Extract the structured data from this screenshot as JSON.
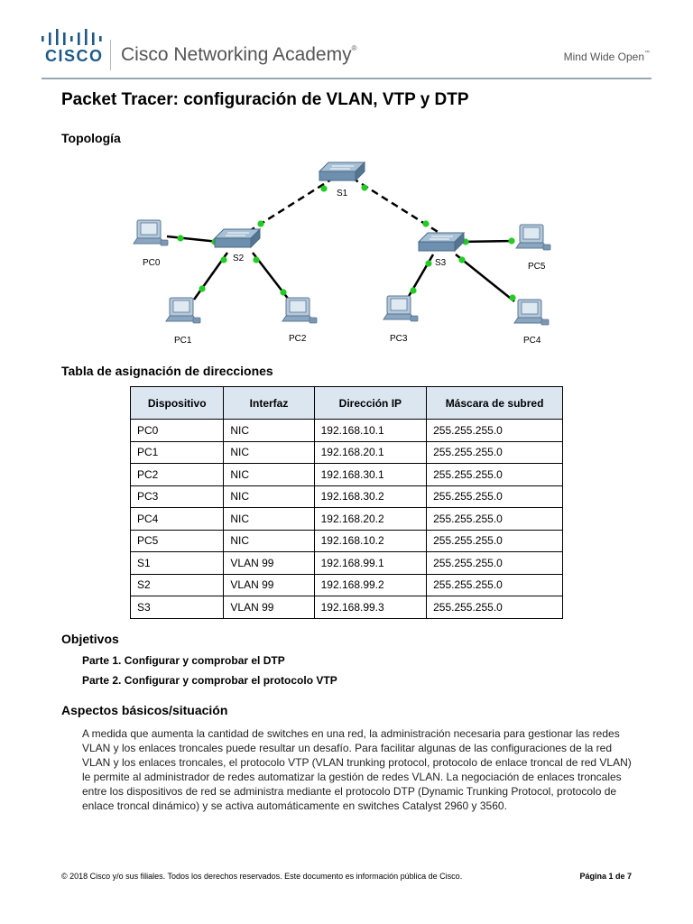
{
  "header": {
    "logo_word": "CISCO",
    "academy": "Cisco Networking Academy",
    "registered": "®",
    "tagline": "Mind Wide Open",
    "trademark": "™"
  },
  "doc": {
    "title": "Packet Tracer: configuración de VLAN, VTP y DTP"
  },
  "sections": {
    "topology": "Topología",
    "address_table": "Tabla de asignación de direcciones",
    "objectives": "Objetivos",
    "background": "Aspectos básicos/situación"
  },
  "topology": {
    "switches": [
      "S1",
      "S2",
      "S3"
    ],
    "pcs": [
      "PC0",
      "PC1",
      "PC2",
      "PC3",
      "PC4",
      "PC5"
    ],
    "link_color": "#000000",
    "port_color": "#22cc22"
  },
  "address_table": {
    "headers": [
      "Dispositivo",
      "Interfaz",
      "Dirección IP",
      "Máscara de subred"
    ],
    "rows": [
      [
        "PC0",
        "NIC",
        "192.168.10.1",
        "255.255.255.0"
      ],
      [
        "PC1",
        "NIC",
        "192.168.20.1",
        "255.255.255.0"
      ],
      [
        "PC2",
        "NIC",
        "192.168.30.1",
        "255.255.255.0"
      ],
      [
        "PC3",
        "NIC",
        "192.168.30.2",
        "255.255.255.0"
      ],
      [
        "PC4",
        "NIC",
        "192.168.20.2",
        "255.255.255.0"
      ],
      [
        "PC5",
        "NIC",
        "192.168.10.2",
        "255.255.255.0"
      ],
      [
        "S1",
        "VLAN 99",
        "192.168.99.1",
        "255.255.255.0"
      ],
      [
        "S2",
        "VLAN 99",
        "192.168.99.2",
        "255.255.255.0"
      ],
      [
        "S3",
        "VLAN 99",
        "192.168.99.3",
        "255.255.255.0"
      ]
    ]
  },
  "objectives": [
    "Parte 1. Configurar y comprobar el DTP",
    "Parte 2. Configurar y comprobar el protocolo VTP"
  ],
  "background_text": "A medida que aumenta la cantidad de switches en una red, la administración necesaria para gestionar las redes VLAN y los enlaces troncales puede resultar un desafío. Para facilitar algunas de las configuraciones de la red VLAN y los enlaces troncales, el protocolo VTP (VLAN trunking protocol, protocolo de enlace troncal de red VLAN) le permite al administrador de redes automatizar la gestión de redes VLAN. La negociación de enlaces troncales entre los dispositivos de red se administra mediante el protocolo DTP (Dynamic Trunking Protocol, protocolo de enlace troncal dinámico) y se activa automáticamente en switches Catalyst 2960 y 3560.",
  "footer": {
    "copyright": "© 2018 Cisco y/o sus filiales. Todos los derechos reservados. Este documento es información pública de Cisco.",
    "page": "Página 1 de 7"
  },
  "colors": {
    "brand_blue": "#1d5a8c",
    "table_header_bg": "#dce6f1"
  }
}
